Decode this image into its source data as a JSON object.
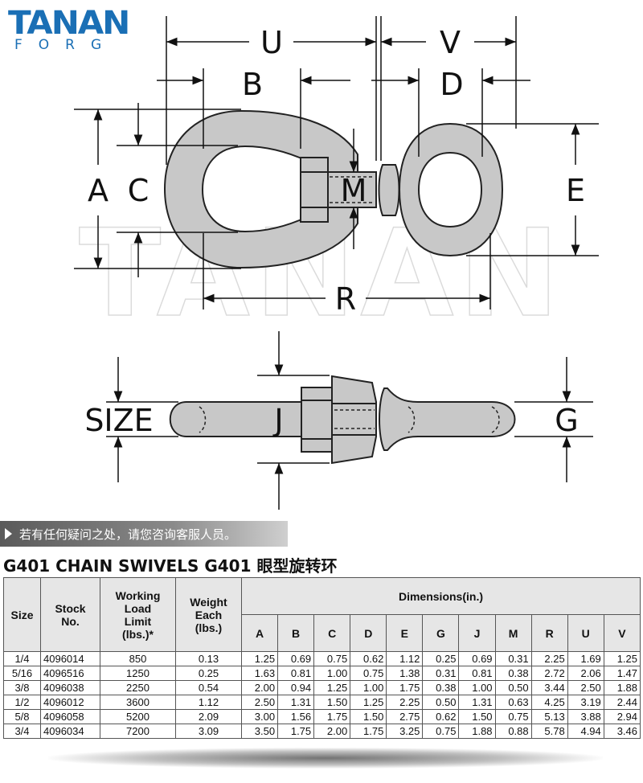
{
  "logo": {
    "line1": "TANAN",
    "line2": "FORG"
  },
  "diagram_labels": {
    "u": "U",
    "v": "V",
    "b": "B",
    "d": "D",
    "a": "A",
    "c": "C",
    "m": "M",
    "e": "E",
    "r": "R",
    "size": "SIZE",
    "j": "J",
    "g": "G"
  },
  "watermark": "TANAN",
  "notice": "若有任何疑问之处，请您咨询客服人员。",
  "title": "G401 CHAIN SWIVELS  G401 眼型旋转环",
  "table": {
    "headers": {
      "size": "Size",
      "stock_1": "Stock",
      "stock_2": "No.",
      "wll_1": "Working",
      "wll_2": "Load",
      "wll_3": "Limit",
      "wll_4": "(lbs.)*",
      "weight_1": "Weight",
      "weight_2": "Each",
      "weight_3": "(lbs.)",
      "dimensions": "Dimensions(in.)",
      "dims": [
        "A",
        "B",
        "C",
        "D",
        "E",
        "G",
        "J",
        "M",
        "R",
        "U",
        "V"
      ]
    },
    "rows": [
      {
        "size": "1/4",
        "stock": "4096014",
        "wll": "850",
        "weight": "0.13",
        "dims": [
          "1.25",
          "0.69",
          "0.75",
          "0.62",
          "1.12",
          "0.25",
          "0.69",
          "0.31",
          "2.25",
          "1.69",
          "1.25"
        ]
      },
      {
        "size": "5/16",
        "stock": "4096516",
        "wll": "1250",
        "weight": "0.25",
        "dims": [
          "1.63",
          "0.81",
          "1.00",
          "0.75",
          "1.38",
          "0.31",
          "0.81",
          "0.38",
          "2.72",
          "2.06",
          "1.47"
        ]
      },
      {
        "size": "3/8",
        "stock": "4096038",
        "wll": "2250",
        "weight": "0.54",
        "dims": [
          "2.00",
          "0.94",
          "1.25",
          "1.00",
          "1.75",
          "0.38",
          "1.00",
          "0.50",
          "3.44",
          "2.50",
          "1.88"
        ]
      },
      {
        "size": "1/2",
        "stock": "4096012",
        "wll": "3600",
        "weight": "1.12",
        "dims": [
          "2.50",
          "1.31",
          "1.50",
          "1.25",
          "2.25",
          "0.50",
          "1.31",
          "0.63",
          "4.25",
          "3.19",
          "2.44"
        ]
      },
      {
        "size": "5/8",
        "stock": "4096058",
        "wll": "5200",
        "weight": "2.09",
        "dims": [
          "3.00",
          "1.56",
          "1.75",
          "1.50",
          "2.75",
          "0.62",
          "1.50",
          "0.75",
          "5.13",
          "3.88",
          "2.94"
        ]
      },
      {
        "size": "3/4",
        "stock": "4096034",
        "wll": "7200",
        "weight": "3.09",
        "dims": [
          "3.50",
          "1.75",
          "2.00",
          "1.75",
          "3.25",
          "0.75",
          "1.88",
          "0.88",
          "5.78",
          "4.94",
          "3.46"
        ]
      }
    ]
  }
}
